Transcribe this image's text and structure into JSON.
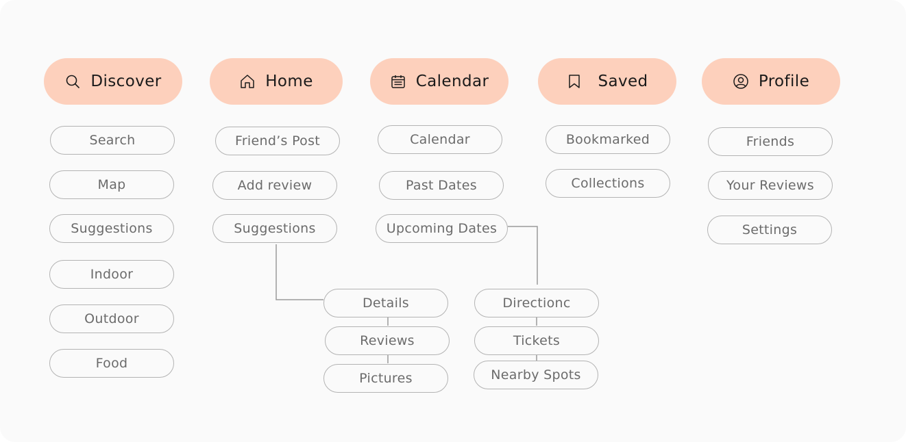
{
  "sections": [
    {
      "label": "Discover",
      "icon": "search-icon",
      "items": [
        "Search",
        "Map",
        "Suggestions",
        "Indoor",
        "Outdoor",
        "Food"
      ]
    },
    {
      "label": "Home",
      "icon": "home-icon",
      "items": [
        "Friend’s Post",
        "Add review",
        "Suggestions"
      ],
      "sub_items": [
        "Details",
        "Reviews",
        "Pictures"
      ]
    },
    {
      "label": "Calendar",
      "icon": "calendar-icon",
      "items": [
        "Calendar",
        "Past Dates",
        "Upcoming Dates"
      ],
      "sub_items": [
        "Directionc",
        "Tickets",
        "Nearby Spots"
      ]
    },
    {
      "label": "Saved",
      "icon": "bookmark-icon",
      "items": [
        "Bookmarked",
        "Collections"
      ]
    },
    {
      "label": "Profile",
      "icon": "user-circle-icon",
      "items": [
        "Friends",
        "Your Reviews",
        "Settings"
      ]
    }
  ],
  "colors": {
    "section_fill": "#fdd0bc",
    "pill_border": "#b3b3b3",
    "pill_text": "#6b6b6b",
    "connector": "#9a9a9a",
    "background": "#fafafa"
  }
}
